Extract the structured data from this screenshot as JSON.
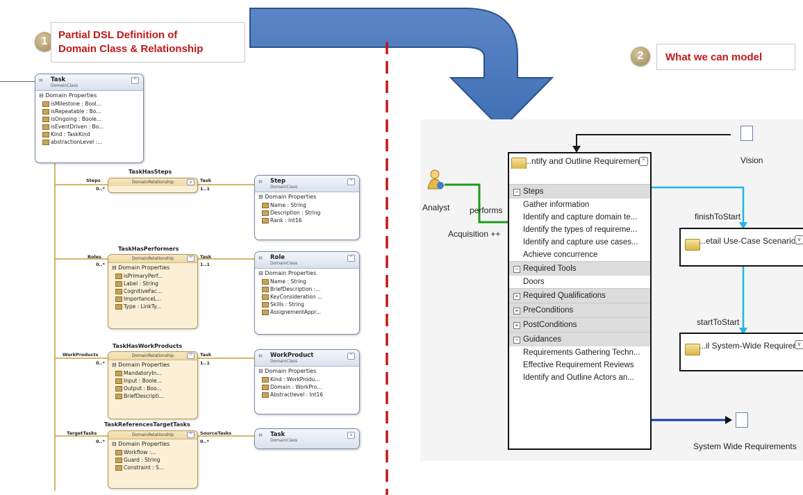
{
  "left": {
    "badge": "1",
    "callout": [
      "Partial DSL Definition of",
      "Domain Class & Relationship"
    ],
    "task": {
      "name": "Task",
      "type": "DomainClass",
      "section": "Domain Properties",
      "props": [
        "isMilestone : Bool...",
        "isRepeatable : Bo...",
        "isOngoing : Boole...",
        "isEventDriven : Bo...",
        "Kind : TaskKind",
        "abstractionLevel :..."
      ]
    },
    "relations": [
      {
        "title": "TaskHasSteps",
        "head": "DomainRelationship",
        "src_role": "Steps",
        "src_mult": "0..*",
        "tgt_role": "Task",
        "tgt_mult": "1..1",
        "section": "",
        "props": []
      },
      {
        "title": "TaskHasPerformers",
        "head": "DomainRelationship",
        "src_role": "Roles",
        "src_mult": "0..*",
        "tgt_role": "Task",
        "tgt_mult": "1..1",
        "section": "Domain Properties",
        "props": [
          "isPrimaryPerf...",
          "Label : String",
          "CognitiveFac...",
          "ImportanceL...",
          "Type : LinkTy..."
        ]
      },
      {
        "title": "TaskHasWorkProducts",
        "head": "DomainRelationship",
        "src_role": "WorkProducts",
        "src_mult": "0..*",
        "tgt_role": "Task",
        "tgt_mult": "1..1",
        "section": "Domain Properties",
        "props": [
          "MandatoryIn...",
          "Input : Boole...",
          "Output : Boo...",
          "BriefDescripti..."
        ]
      },
      {
        "title": "TaskReferencesTargetTasks",
        "head": "DomainRelationship",
        "src_role": "TargetTasks",
        "src_mult": "0..*",
        "tgt_role": "SourceTasks",
        "tgt_mult": "0..*",
        "section": "Domain Properties",
        "props": [
          "Workflow :...",
          "Guard : String",
          "Constraint : S..."
        ]
      }
    ],
    "classes": [
      {
        "name": "Step",
        "type": "DomainClass",
        "section": "Domain Properties",
        "props": [
          "Name : String",
          "Description : String",
          "Rank : Int16"
        ]
      },
      {
        "name": "Role",
        "type": "DomainClass",
        "section": "Domain Properties",
        "props": [
          "Name : String",
          "BriefDescription :...",
          "KeyConsideration ...",
          "Skills : String",
          "AssignementAppr..."
        ]
      },
      {
        "name": "WorkProduct",
        "type": "DomainClass",
        "section": "Domain Properties",
        "props": [
          "Kind : WorkProdu...",
          "Domain : WorkPro...",
          "Abstractlevel : Int16"
        ]
      },
      {
        "name": "Task",
        "type": "DomainClass",
        "section": "",
        "props": []
      }
    ]
  },
  "right": {
    "badge": "2",
    "callout": "What we can model",
    "main": {
      "title": "...ntify and Outline Requirement",
      "sections": [
        {
          "name": "Steps",
          "sign": "−",
          "items": [
            "Gather information",
            "Identify and capture domain te...",
            "Identify the types of requireme...",
            "Identify and capture use cases...",
            "Achieve concurrence"
          ]
        },
        {
          "name": "Required Tools",
          "sign": "−",
          "items": [
            "Doors"
          ]
        },
        {
          "name": "Required Qualifications",
          "sign": "+",
          "items": []
        },
        {
          "name": "PreConditions",
          "sign": "+",
          "items": []
        },
        {
          "name": "PostConditions",
          "sign": "+",
          "items": []
        },
        {
          "name": "Guidances",
          "sign": "−",
          "items": [
            "Requirements Gathering Techn...",
            "Effective Requirement Reviews",
            "Identify and Outline Actors an..."
          ]
        }
      ]
    },
    "analyst": "Analyst",
    "performs": "performs",
    "acquisition": "Acquisition ++",
    "vision": "Vision",
    "finish": "finishToStart",
    "detail": "...etail Use-Case Scenarios",
    "start": "startToStart",
    "system_task": "...il  System-Wide Requirer",
    "swr": "System Wide Requirements"
  }
}
